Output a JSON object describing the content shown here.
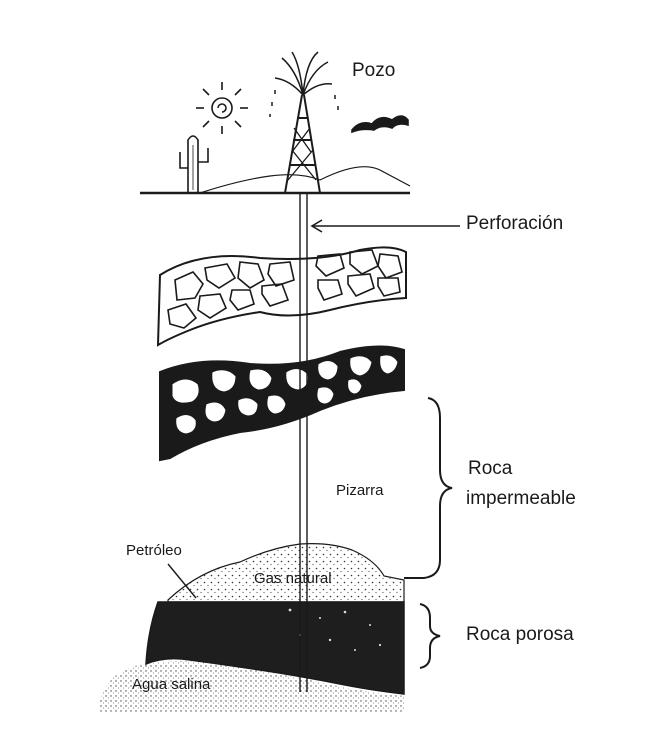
{
  "labels": {
    "pozo": "Pozo",
    "perforacion": "Perforación",
    "roca_imp_line1": "Roca",
    "roca_imp_line2": "impermeable",
    "pizarra": "Pizarra",
    "petroleo": "Petróleo",
    "gas_natural": "Gas natural",
    "roca_porosa": "Roca porosa",
    "agua_salina": "Agua salina"
  },
  "icons": [
    "sun-icon",
    "cactus-icon",
    "derrick-icon",
    "cloud-icon",
    "oil-gusher-icon"
  ],
  "colors": {
    "ink": "#1a1a1a",
    "paper": "#ffffff",
    "oil": "#1e1e1e"
  }
}
